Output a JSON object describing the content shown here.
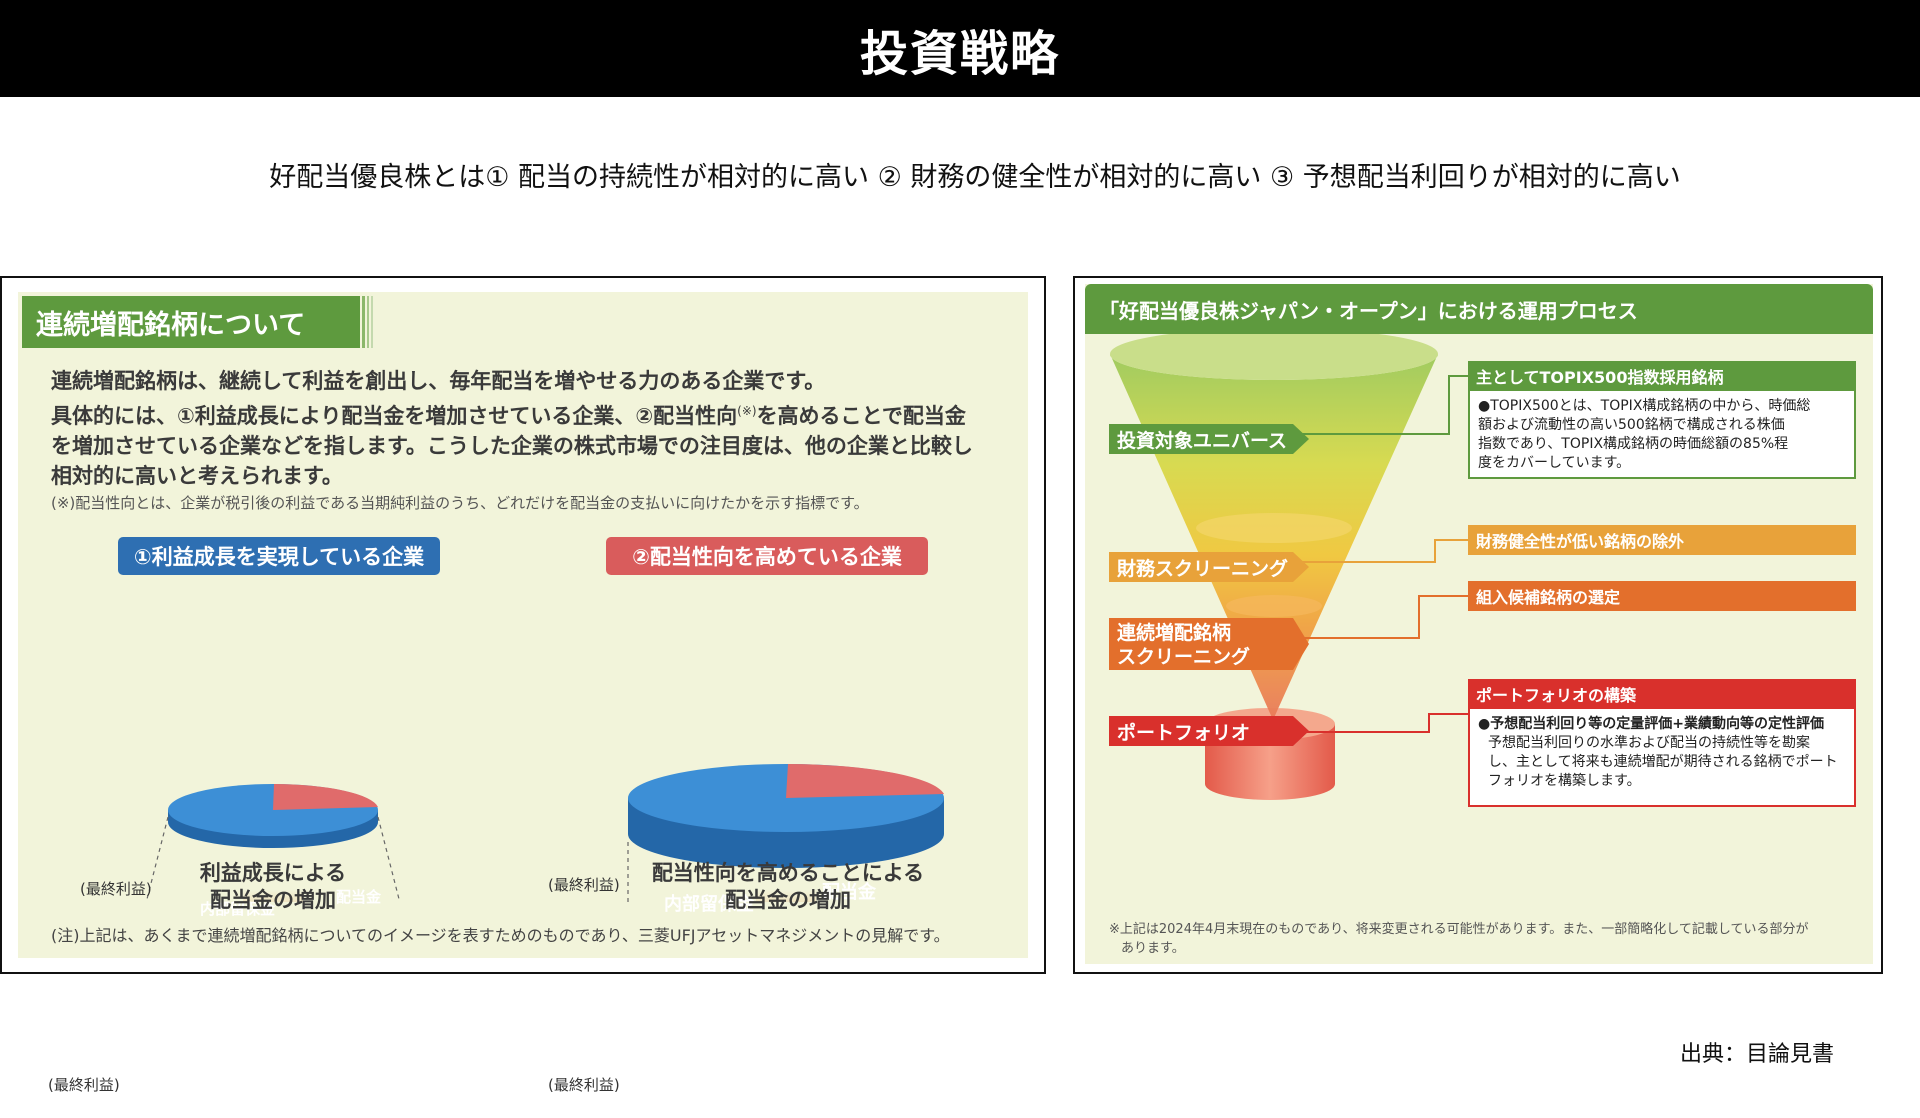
{
  "title": "投資戦略",
  "subtitle": "好配当優良株とは① 配当の持続性が相対的に高い ② 財務の健全性が相対的に高い ③ 予想配当利回りが相対的に高い",
  "left": {
    "header": "連続増配銘柄について",
    "para_line1": "連続増配銘柄は、継続して利益を創出し、毎年配当を増やせる力のある企業です。",
    "para_line2a": "具体的には、①利益成長により配当金を増加させている企業、②配当性向",
    "para_sup": "(※)",
    "para_line2b": "を高めることで配当金",
    "para_line3": "を増加させている企業などを指します。こうした企業の株式市場での注目度は、他の企業と比較し",
    "para_line4": "相対的に高いと考えられます。",
    "note1": "(※)配当性向とは、企業が税引後の利益である当期純利益のうち、どれだけを配当金の支払いに向けたかを示す指標です。",
    "pill1": "①利益成長を実現している企業",
    "pill2": "②配当性向を高めている企業",
    "saishu": "(最終利益)",
    "naibu": "内部留保金",
    "haitou": "配当金",
    "arrow1_l1": "利益成長による",
    "arrow1_l2": "配当金の増加",
    "arrow2_l1": "配当性向を高めることによる",
    "arrow2_l2": "配当金の増加",
    "note2": "(注)上記は、あくまで連続増配銘柄についてのイメージを表すためのものであり、三菱UFJアセットマネジメントの見解です。"
  },
  "right": {
    "header": "「好配当優良株ジャパン・オープン」における運用プロセス",
    "stage1": "投資対象ユニバース",
    "stage2": "財務スクリーニング",
    "stage3_l1": "連続増配銘柄",
    "stage3_l2": "スクリーニング",
    "stage4": "ポートフォリオ",
    "box1_hdr": "主としてTOPIX500指数採用銘柄",
    "box1_l1": "●TOPIX500とは、TOPIX構成銘柄の中から、時価総",
    "box1_l2": "額および流動性の高い500銘柄で構成される株価",
    "box1_l3": "指数であり、TOPIX構成銘柄の時価総額の85%程",
    "box1_l4": "度をカバーしています。",
    "box2_hdr": "財務健全性が低い銘柄の除外",
    "box3_hdr": "組入候補銘柄の選定",
    "box4_hdr": "ポートフォリオの構築",
    "box4_l1": "●予想配当利回り等の定量評価+業績動向等の定性評価",
    "box4_l2": "予想配当利回りの水準および配当の持続性等を勘案",
    "box4_l3": "し、主として将来も連続増配が期待される銘柄でポート",
    "box4_l4": "フォリオを構築します。",
    "note_l1": "※上記は2024年4月末現在のものであり、将来変更される可能性があります。また、一部簡略化して記載している部分が",
    "note_l2": "あります。"
  },
  "source": "出典：目論見書",
  "colors": {
    "green": "#5e9a3e",
    "blue": "#2e6fb2",
    "pie_blue": "#3d8fd6",
    "pie_red": "#e06b6b",
    "orange": "#e8a23a",
    "deep_orange": "#e36f2c",
    "red": "#d9302c",
    "panel_bg": "#f2f4da"
  }
}
